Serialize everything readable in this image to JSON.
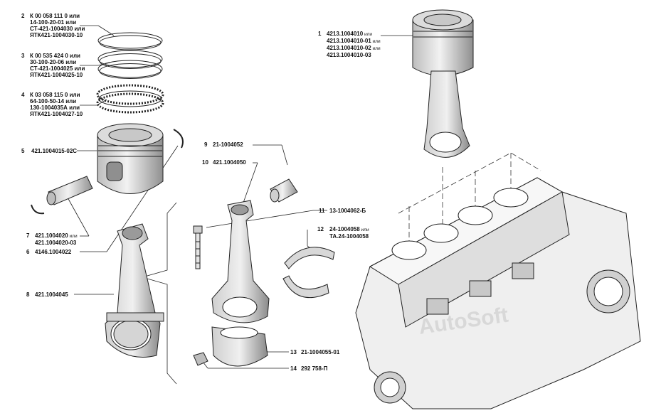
{
  "callouts": [
    {
      "num": "1",
      "lines": [
        {
          "main": "4213.1004010",
          "suffix": " или"
        },
        {
          "main": "4213.1004010-01",
          "suffix": " или"
        },
        {
          "main": "4213.1004010-02",
          "suffix": " или"
        },
        {
          "main": "4213.1004010-03",
          "suffix": ""
        }
      ]
    },
    {
      "num": "2",
      "lines": [
        {
          "main": "К 00 058 111 0 или",
          "suffix": ""
        },
        {
          "main": "14-100-20-01 или",
          "suffix": ""
        },
        {
          "main": "СТ-421-1004030 или",
          "suffix": ""
        },
        {
          "main": "ЯТК421-1004030-10",
          "suffix": ""
        }
      ]
    },
    {
      "num": "3",
      "lines": [
        {
          "main": "К 00 535 424 0 или",
          "suffix": ""
        },
        {
          "main": "30-100-20-06 или",
          "suffix": ""
        },
        {
          "main": "СТ-421-1004025 или",
          "suffix": ""
        },
        {
          "main": "ЯТК421-1004025-10",
          "suffix": ""
        }
      ]
    },
    {
      "num": "4",
      "lines": [
        {
          "main": "К 03 058 115 0 или",
          "suffix": ""
        },
        {
          "main": "64-100-50-14 или",
          "suffix": ""
        },
        {
          "main": "130-1004035А или",
          "suffix": ""
        },
        {
          "main": "ЯТК421-1004027-10",
          "suffix": ""
        }
      ]
    },
    {
      "num": "5",
      "lines": [
        {
          "main": "421.1004015-02С",
          "suffix": ""
        }
      ]
    },
    {
      "num": "6",
      "lines": [
        {
          "main": "4146.1004022",
          "suffix": ""
        }
      ]
    },
    {
      "num": "7",
      "lines": [
        {
          "main": "421.1004020",
          "suffix": " или"
        },
        {
          "main": "421.1004020-03",
          "suffix": ""
        }
      ]
    },
    {
      "num": "8",
      "lines": [
        {
          "main": "421.1004045",
          "suffix": ""
        }
      ]
    },
    {
      "num": "9",
      "lines": [
        {
          "main": "21-1004052",
          "suffix": ""
        }
      ]
    },
    {
      "num": "10",
      "lines": [
        {
          "main": "421.1004050",
          "suffix": ""
        }
      ]
    },
    {
      "num": "11",
      "lines": [
        {
          "main": "13-1004062-Б",
          "suffix": ""
        }
      ]
    },
    {
      "num": "12",
      "lines": [
        {
          "main": "24-1004058",
          "suffix": " или"
        },
        {
          "main": "ТА.24-1004058",
          "suffix": ""
        }
      ]
    },
    {
      "num": "13",
      "lines": [
        {
          "main": "21-1004055-01",
          "suffix": ""
        }
      ]
    },
    {
      "num": "14",
      "lines": [
        {
          "main": "292 758-П",
          "suffix": ""
        }
      ]
    }
  ],
  "watermark": "AutoSoft",
  "colors": {
    "line": "#222222",
    "fill": "#e4e4e4",
    "dark": "#9a9a9a",
    "background": "#ffffff"
  }
}
